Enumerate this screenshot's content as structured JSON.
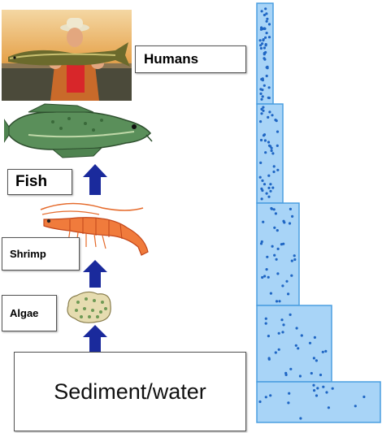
{
  "labels": {
    "humans": "Humans",
    "fish": "Fish",
    "shrimp": "Shrimp",
    "algae": "Algae",
    "sediment": "Sediment/water"
  },
  "icons": {
    "humans": "person-holding-fish-photo",
    "fish": "fish-icon",
    "shrimp": "shrimp-icon",
    "algae": "algae-icon",
    "arrow": "arrow-up-icon"
  },
  "colors": {
    "arrow": "#1a2a9c",
    "pyramid_fill": "#a8d4f7",
    "pyramid_stroke": "#4a9ee0",
    "dot": "#1f66c4"
  }
}
